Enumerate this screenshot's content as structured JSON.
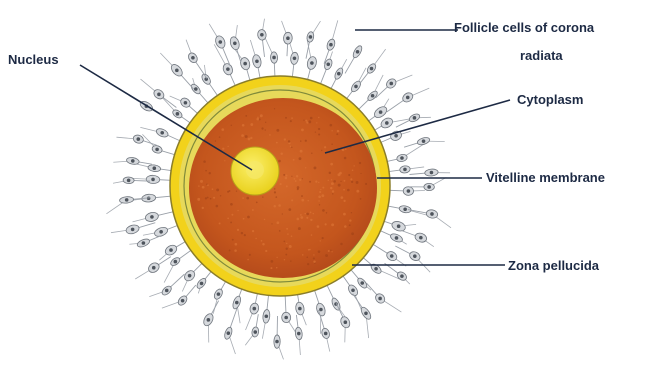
{
  "labels": {
    "follicle_line1": "Follicle cells of corona",
    "follicle_line2": "radiata",
    "nucleus": "Nucleus",
    "cytoplasm": "Cytoplasm",
    "vitelline": "Vitelline membrane",
    "zona": "Zona pellucida"
  },
  "colors": {
    "background": "#ffffff",
    "follicle_cells": "#8a8f98",
    "zona_pellucida": "#f2d21b",
    "cytoplasm": "#c4561d",
    "nucleus": "#f0de1d",
    "leader_lines": "#1d2a44",
    "label_text": "#1d2a44"
  }
}
